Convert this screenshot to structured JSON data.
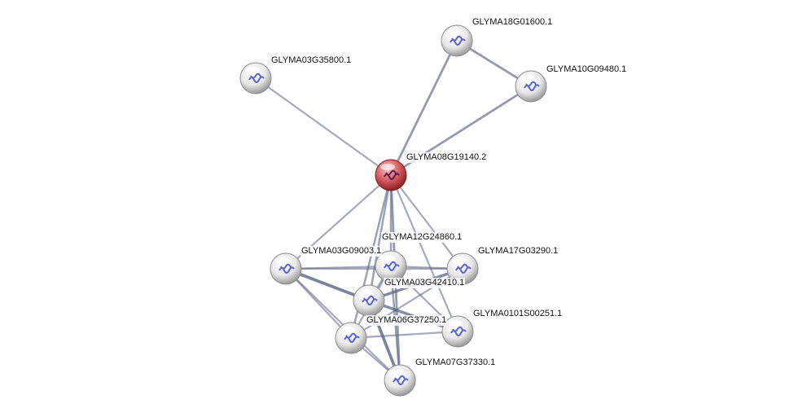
{
  "network": {
    "query_node": "GLYMA08G19140.2",
    "colors": {
      "query": "#c9464a",
      "neighbor": "#e6e6e6",
      "edge": "#5a6585",
      "label_bg": "#ffffff"
    },
    "nodes": [
      {
        "id": "n18g",
        "label": "GLYMA18G01600.1"
      },
      {
        "id": "n10g",
        "label": "GLYMA10G09480.1"
      },
      {
        "id": "n03g358",
        "label": "GLYMA03G35800.1"
      },
      {
        "id": "n08g",
        "label": "GLYMA08G19140.2"
      },
      {
        "id": "n03g090",
        "label": "GLYMA03G09003.1"
      },
      {
        "id": "n12g",
        "label": "GLYMA12G24860.1"
      },
      {
        "id": "n17g",
        "label": "GLYMA17G03290.1"
      },
      {
        "id": "n03g424",
        "label": "GLYMA03G42410.1"
      },
      {
        "id": "n06g",
        "label": "GLYMA06G37250.1"
      },
      {
        "id": "n0101s",
        "label": "GLYMA0101S00251.1"
      },
      {
        "id": "n07g",
        "label": "GLYMA07G37330.1"
      }
    ],
    "edges": [
      {
        "from": "n08g",
        "to": "n18g",
        "weight": 0.6
      },
      {
        "from": "n08g",
        "to": "n10g",
        "weight": 0.6
      },
      {
        "from": "n18g",
        "to": "n10g",
        "weight": 0.6
      },
      {
        "from": "n08g",
        "to": "n03g358",
        "weight": 0.4
      },
      {
        "from": "n08g",
        "to": "n03g090",
        "weight": 0.4
      },
      {
        "from": "n08g",
        "to": "n12g",
        "weight": 0.5
      },
      {
        "from": "n08g",
        "to": "n17g",
        "weight": 0.4
      },
      {
        "from": "n08g",
        "to": "n03g424",
        "weight": 0.5
      },
      {
        "from": "n08g",
        "to": "n06g",
        "weight": 0.5
      },
      {
        "from": "n08g",
        "to": "n0101s",
        "weight": 0.4
      },
      {
        "from": "n08g",
        "to": "n07g",
        "weight": 0.6
      },
      {
        "from": "n03g090",
        "to": "n12g",
        "weight": 0.4
      },
      {
        "from": "n03g090",
        "to": "n17g",
        "weight": 0.4
      },
      {
        "from": "n03g090",
        "to": "n03g424",
        "weight": 0.9
      },
      {
        "from": "n03g090",
        "to": "n06g",
        "weight": 0.4
      },
      {
        "from": "n03g090",
        "to": "n07g",
        "weight": 0.4
      },
      {
        "from": "n03g424",
        "to": "n17g",
        "weight": 0.8
      },
      {
        "from": "n03g424",
        "to": "n0101s",
        "weight": 0.8
      },
      {
        "from": "n03g424",
        "to": "n07g",
        "weight": 0.9
      },
      {
        "from": "n03g424",
        "to": "n12g",
        "weight": 0.4
      },
      {
        "from": "n06g",
        "to": "n0101s",
        "weight": 0.4
      },
      {
        "from": "n06g",
        "to": "n17g",
        "weight": 0.4
      },
      {
        "from": "n06g",
        "to": "n07g",
        "weight": 0.4
      },
      {
        "from": "n06g",
        "to": "n12g",
        "weight": 0.4
      },
      {
        "from": "n12g",
        "to": "n0101s",
        "weight": 0.4
      },
      {
        "from": "n12g",
        "to": "n07g",
        "weight": 0.5
      },
      {
        "from": "n12g",
        "to": "n17g",
        "weight": 0.4
      }
    ]
  }
}
